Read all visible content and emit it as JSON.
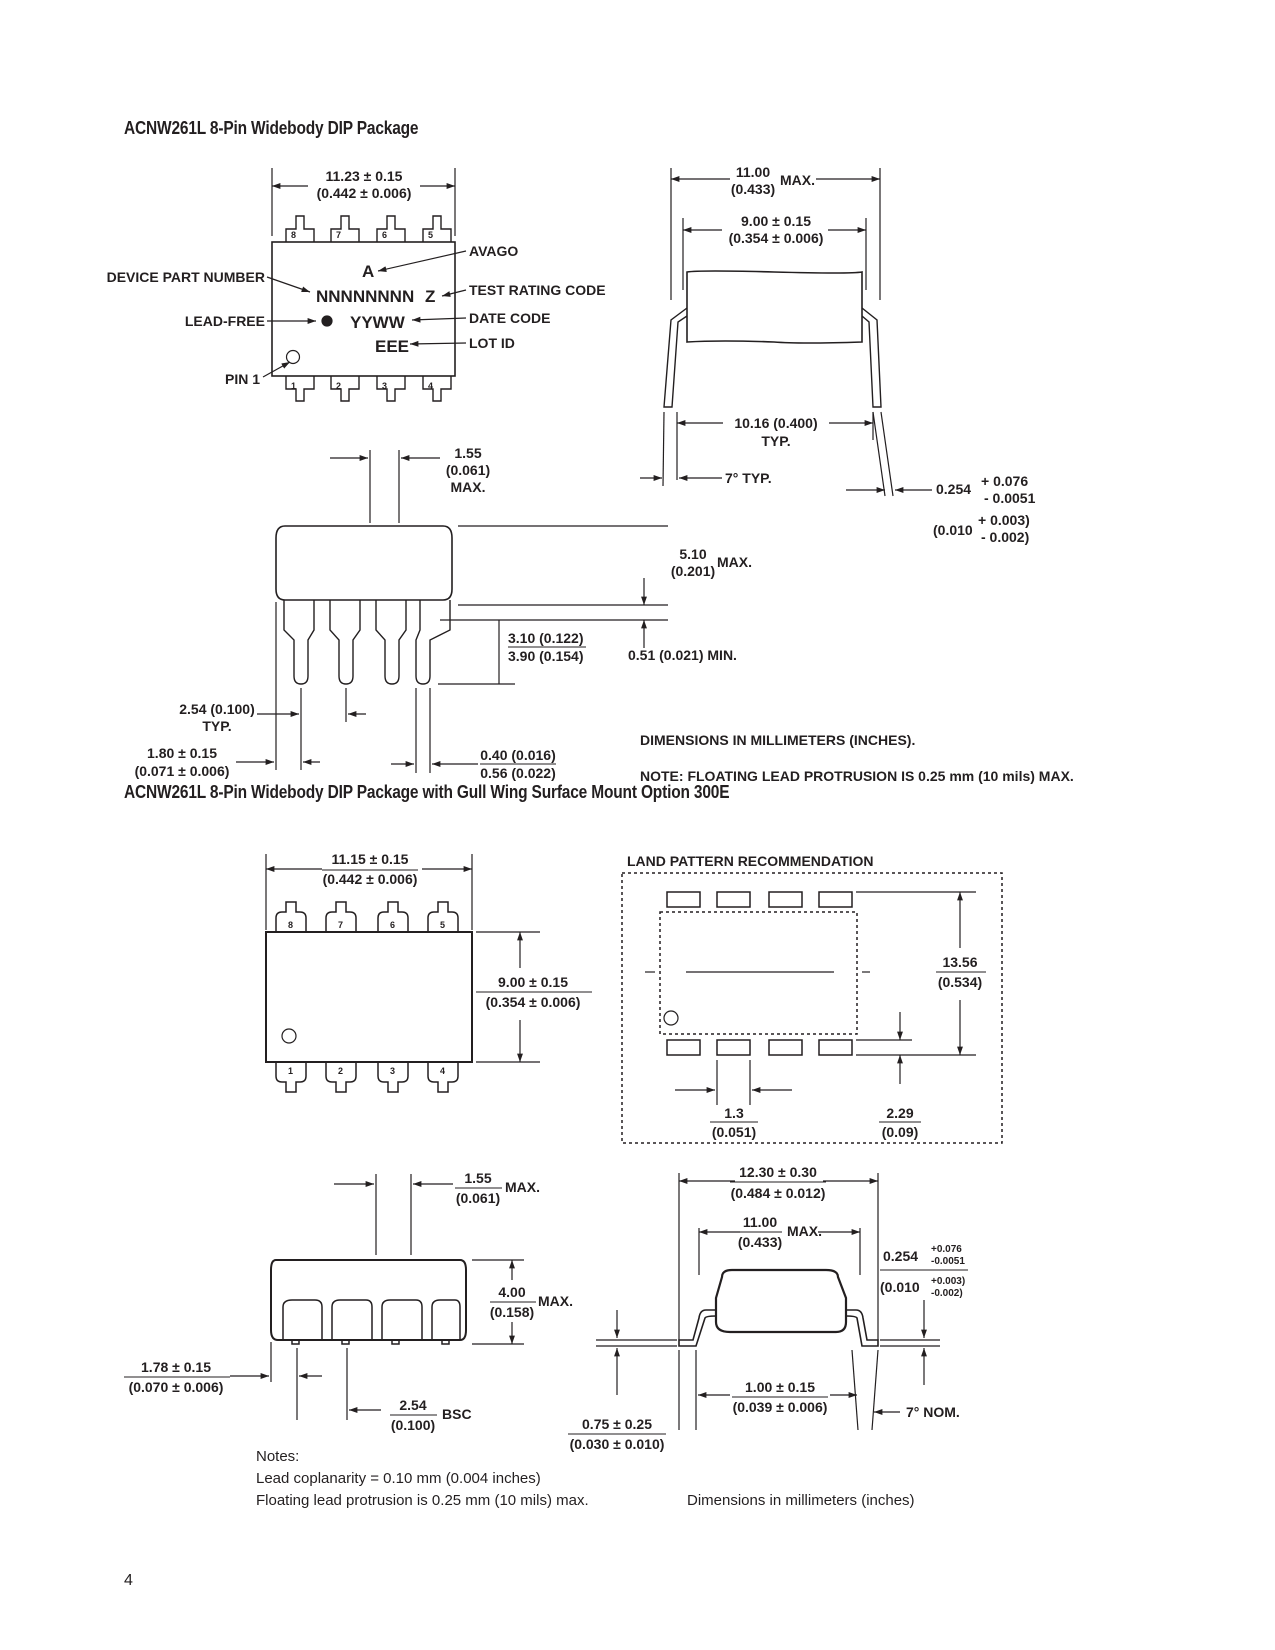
{
  "section1": {
    "title": "ACNW261L 8-Pin Widebody DIP Package",
    "top_view": {
      "width_mm": "11.23 ± 0.15",
      "width_in": "(0.442 ± 0.006)",
      "pins_top": [
        "8",
        "7",
        "6",
        "5"
      ],
      "pins_bottom": [
        "1",
        "2",
        "3",
        "4"
      ],
      "marking_a": "A",
      "marking_part": "NNNNNNNN",
      "marking_z": "Z",
      "marking_date": "YYWW",
      "marking_lot": "EEE",
      "label_device_part": "DEVICE PART NUMBER",
      "label_lead_free": "LEAD-FREE",
      "label_pin1": "PIN 1",
      "label_avago": "AVAGO",
      "label_test_rating": "TEST RATING CODE",
      "label_date_code": "DATE CODE",
      "label_lot_id": "LOT ID"
    },
    "end_view": {
      "overall_mm": "11.00",
      "overall_in": "(0.433)",
      "overall_max": "MAX.",
      "body_mm": "9.00 ± 0.15",
      "body_in": "(0.354 ± 0.006)",
      "row_spacing": "10.16 (0.400)",
      "row_spacing_typ": "TYP.",
      "angle": "7° TYP.",
      "lead_thk_mm": "0.254",
      "lead_thk_mm_plus": "+ 0.076",
      "lead_thk_mm_minus": "- 0.0051",
      "lead_thk_in": "(0.010",
      "lead_thk_in_plus": "+ 0.003)",
      "lead_thk_in_minus": "- 0.002)"
    },
    "side_view": {
      "lead_w_mm": "1.55",
      "lead_w_in": "(0.061)",
      "lead_w_max": "MAX.",
      "height_mm": "5.10",
      "height_in": "(0.201)",
      "height_max": "MAX.",
      "lead_len_1": "3.10 (0.122)",
      "lead_len_2": "3.90 (0.154)",
      "standoff": "0.51 (0.021) MIN.",
      "pitch": "2.54 (0.100)",
      "pitch_typ": "TYP.",
      "end_mm": "1.80 ± 0.15",
      "end_in": "(0.071 ± 0.006)",
      "lead_dia_1": "0.40 (0.016)",
      "lead_dia_2": "0.56 (0.022)"
    },
    "note_dimensions": "DIMENSIONS IN MILLIMETERS (INCHES).",
    "note_floating": "NOTE: FLOATING LEAD PROTRUSION IS 0.25 mm (10 mils) MAX."
  },
  "section2": {
    "title": "ACNW261L 8-Pin Widebody DIP Package with Gull Wing Surface Mount Option 300E",
    "top_view": {
      "width_mm": "11.15 ± 0.15",
      "width_in": "(0.442 ± 0.006)",
      "pins_top": [
        "8",
        "7",
        "6",
        "5"
      ],
      "pins_bottom": [
        "1",
        "2",
        "3",
        "4"
      ],
      "body_mm": "9.00 ± 0.15",
      "body_in": "(0.354 ± 0.006)"
    },
    "land_pattern": {
      "title": "LAND PATTERN RECOMMENDATION",
      "height_mm": "13.56",
      "height_in": "(0.534)",
      "pad_pitch_mm": "1.3",
      "pad_pitch_in": "(0.051)",
      "pad_len_mm": "2.29",
      "pad_len_in": "(0.09)"
    },
    "side_view": {
      "lead_w_mm": "1.55",
      "lead_w_in": "(0.061)",
      "lead_w_max": "MAX.",
      "height_mm": "4.00",
      "height_in": "(0.158)",
      "height_max": "MAX.",
      "end_mm": "1.78 ± 0.15",
      "end_in": "(0.070 ± 0.006)",
      "pitch_mm": "2.54",
      "pitch_in": "(0.100)",
      "pitch_bsc": "BSC"
    },
    "end_view": {
      "overall_mm": "12.30 ± 0.30",
      "overall_in": "(0.484 ± 0.012)",
      "body_mm": "11.00",
      "body_in": "(0.433)",
      "body_max": "MAX.",
      "lead_thk_mm": "0.254",
      "lead_thk_mm_plus": "+0.076",
      "lead_thk_mm_minus": "-0.0051",
      "lead_thk_in": "(0.010",
      "lead_thk_in_plus": "+0.003)",
      "lead_thk_in_minus": "-0.002)",
      "foot_mm": "1.00 ± 0.15",
      "foot_in": "(0.039 ± 0.006)",
      "standoff_mm": "0.75 ± 0.25",
      "standoff_in": "(0.030 ± 0.010)",
      "angle": "7° NOM."
    },
    "notes_heading": "Notes:",
    "note_coplanarity": "Lead coplanarity = 0.10 mm (0.004 inches)",
    "note_floating": "Floating lead protrusion is 0.25 mm (10 mils) max.",
    "note_dimensions": "Dimensions in millimeters (inches)"
  },
  "page_number": "4"
}
